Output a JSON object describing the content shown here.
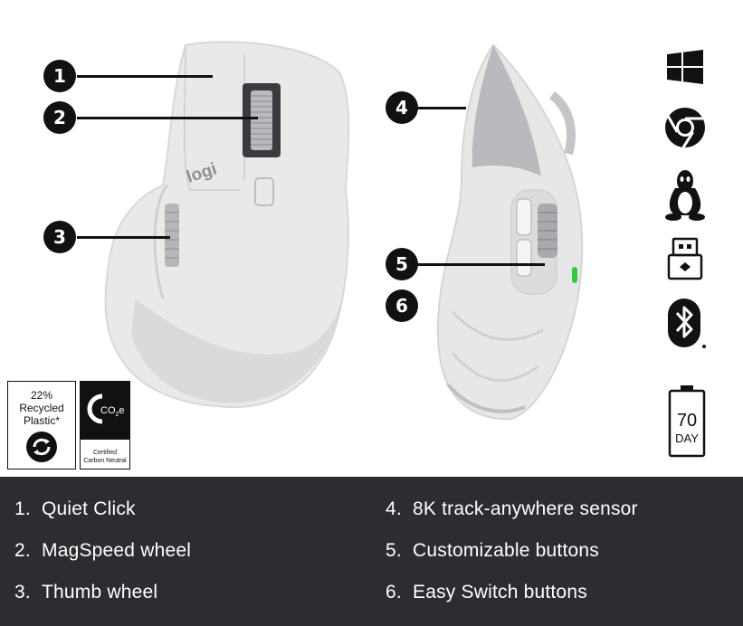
{
  "features": [
    {
      "num": "1.",
      "label": "Quiet Click"
    },
    {
      "num": "2.",
      "label": "MagSpeed wheel"
    },
    {
      "num": "3.",
      "label": "Thumb wheel"
    },
    {
      "num": "4.",
      "label": "8K track-anywhere sensor"
    },
    {
      "num": "5.",
      "label": "Customizable buttons"
    },
    {
      "num": "6.",
      "label": "Easy Switch buttons"
    }
  ],
  "callouts": [
    "1",
    "2",
    "3",
    "4",
    "5",
    "6"
  ],
  "brand": "logi",
  "recycled_badge": {
    "line1": "22%",
    "line2": "Recycled",
    "line3": "Plastic*"
  },
  "carbon_badge": {
    "co2": "CO",
    "sub": "2",
    "e": "e",
    "line1": "Certified",
    "line2": "Carbon Neutral"
  },
  "battery": {
    "value": "70",
    "unit": "DAY"
  },
  "icons": [
    "windows-icon",
    "chrome-icon",
    "linux-icon",
    "usb-receiver-icon",
    "bluetooth-icon",
    "battery-icon"
  ],
  "colors": {
    "panel": "#2b2d31",
    "mouse_body": "#e9e9ea",
    "mouse_shadow": "#c9cacc",
    "accent_led": "#2ecc40"
  }
}
